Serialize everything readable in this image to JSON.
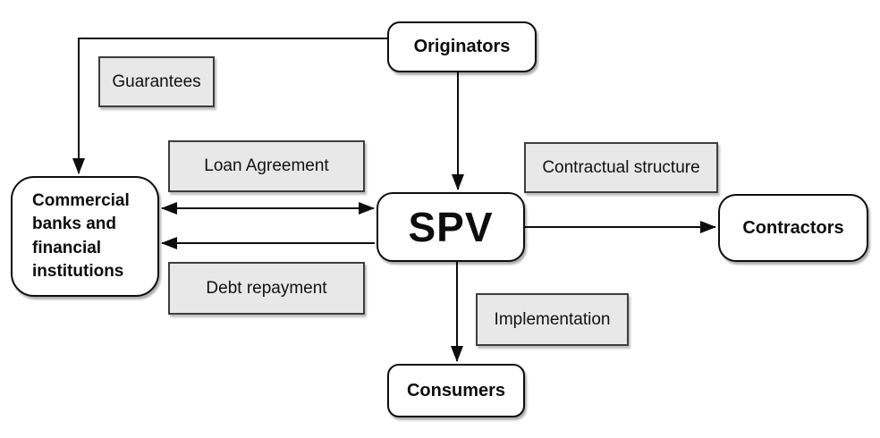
{
  "diagram": {
    "type": "flowchart",
    "nodes": {
      "originators": {
        "label": "Originators"
      },
      "commercial_banks": {
        "label": "Commercial\nbanks and\nfinancial\ninstitutions"
      },
      "spv": {
        "label": "SPV"
      },
      "contractors": {
        "label": "Contractors"
      },
      "consumers": {
        "label": "Consumers"
      }
    },
    "edges": [
      {
        "from": "Originators",
        "to": "Commercial banks and financial institutions",
        "label": "Guarantees",
        "direction": "one-way"
      },
      {
        "from": "Originators",
        "to": "SPV",
        "label": "",
        "direction": "one-way"
      },
      {
        "from": "SPV",
        "to": "Commercial banks and financial institutions",
        "label": "Loan Agreement",
        "direction": "two-way"
      },
      {
        "from": "SPV",
        "to": "Commercial banks and financial institutions",
        "label": "Debt repayment",
        "direction": "one-way"
      },
      {
        "from": "SPV",
        "to": "Contractors",
        "label": "Contractual structure",
        "direction": "one-way"
      },
      {
        "from": "SPV",
        "to": "Consumers",
        "label": "Implementation",
        "direction": "one-way"
      }
    ],
    "colors": {
      "canvas_bg": "#ffffff",
      "node_bg": "#ffffff",
      "node_border": "#0d0d0d",
      "label_bg": "#e8e8e8",
      "label_border": "#3d3d3d",
      "arrow": "#0d0d0d",
      "text": "#0d0d0d"
    }
  }
}
